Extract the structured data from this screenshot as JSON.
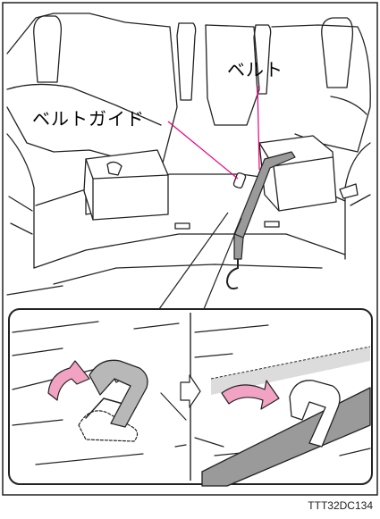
{
  "labels": {
    "belt": "ベルト",
    "belt_guide": "ベルトガイド"
  },
  "figure_code": "TTT32DC134",
  "colors": {
    "line": "#222222",
    "callout_pointer": "#e6007e",
    "arrow_pink": "#f2a3c4",
    "belt_gray": "#9a9a9a",
    "belt_light": "#dcdcdc",
    "guide_gray": "#b8b8b8"
  }
}
